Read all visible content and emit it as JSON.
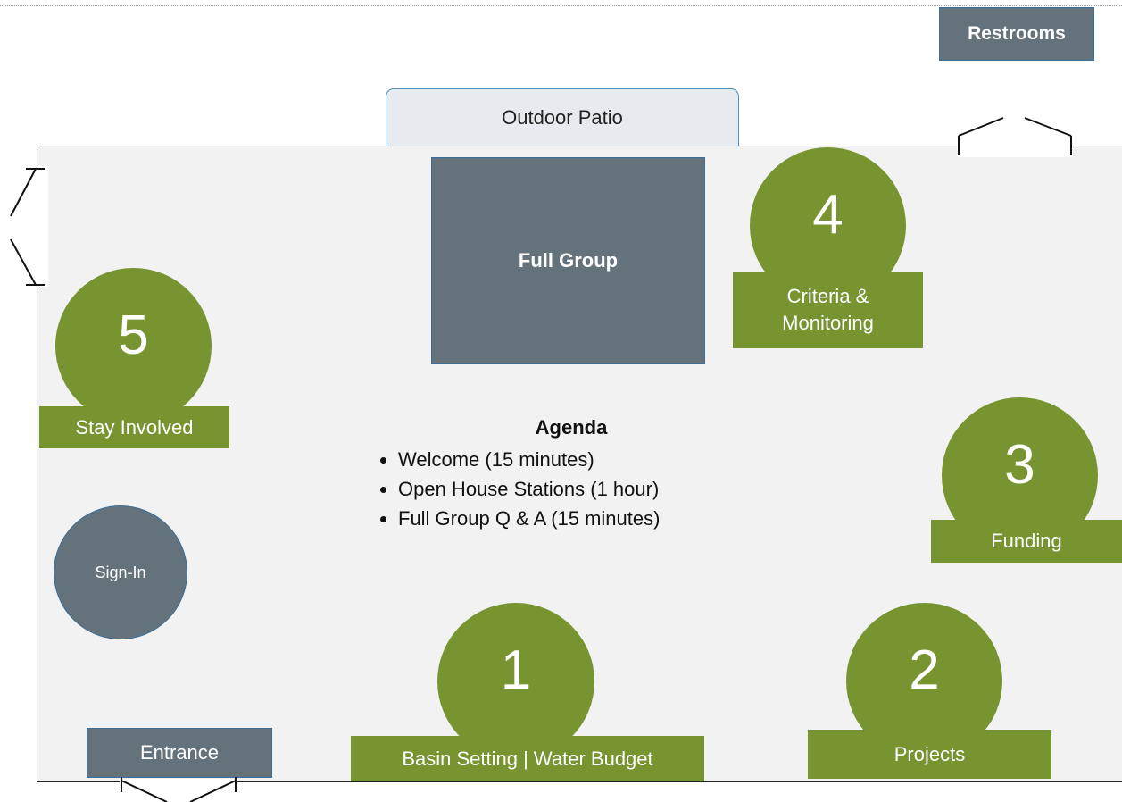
{
  "areas": {
    "restrooms": "Restrooms",
    "patio": "Outdoor Patio",
    "full_group": "Full Group",
    "entrance": "Entrance",
    "sign_in": "Sign-In"
  },
  "stations": [
    {
      "number": "1",
      "label": "Basin Setting | Water Budget"
    },
    {
      "number": "2",
      "label": "Projects"
    },
    {
      "number": "3",
      "label": "Funding"
    },
    {
      "number": "4",
      "label": "Criteria & Monitoring"
    },
    {
      "number": "5",
      "label": "Stay Involved"
    }
  ],
  "agenda": {
    "title": "Agenda",
    "items": [
      "Welcome (15 minutes)",
      "Open House Stations (1 hour)",
      "Full Group Q & A (15 minutes)"
    ]
  },
  "colors": {
    "station_green": "#779431",
    "area_gray": "#64737b",
    "floor": "#f2f2f2"
  }
}
